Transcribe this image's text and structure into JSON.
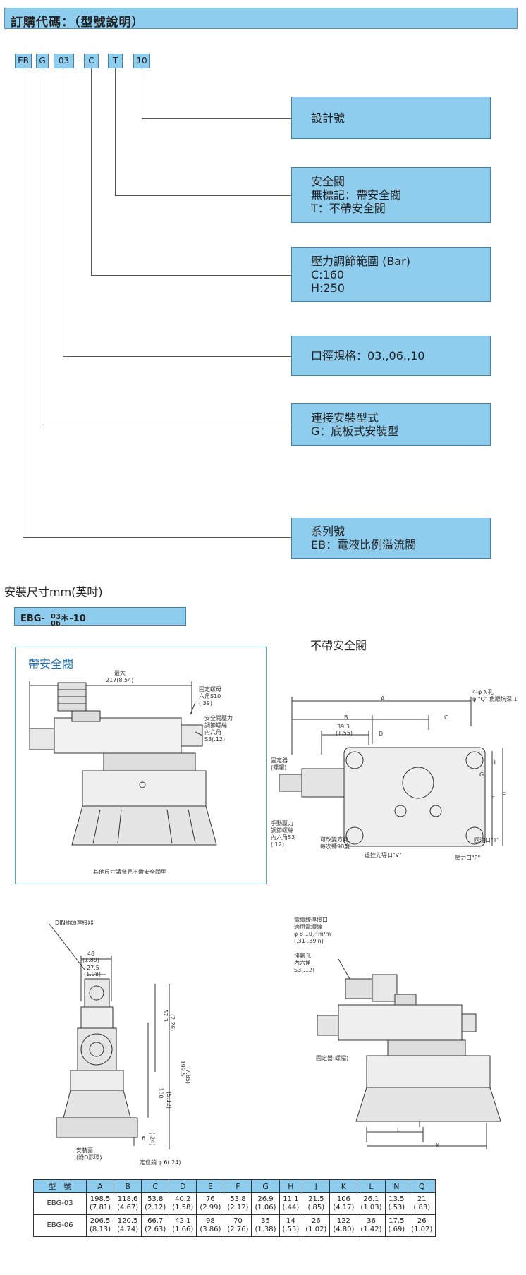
{
  "header": {
    "title": "訂購代碼：（型號說明）"
  },
  "code": {
    "segments": [
      "EB",
      "G",
      "03",
      "C",
      "T",
      "10"
    ]
  },
  "descriptions": [
    {
      "lines": [
        "設計號"
      ]
    },
    {
      "lines": [
        "安全閥",
        "無標記：帶安全閥",
        "T：不帶安全閥"
      ]
    },
    {
      "lines": [
        "壓力調節範圍 (Bar)",
        "C:160",
        "H:250"
      ]
    },
    {
      "lines": [
        "口徑規格：03.,06.,10"
      ]
    },
    {
      "lines": [
        "連接安裝型式",
        "G：底板式安裝型"
      ]
    },
    {
      "lines": [
        "系列號",
        "EB：電液比例溢流閥"
      ]
    }
  ],
  "install": {
    "title": "安裝尺寸mm(英吋)",
    "model_prefix": "EBG-",
    "model_top": "03",
    "model_bottom": "06",
    "model_suffix": "-＊-10"
  },
  "panel_left": {
    "title": "帶安全閥",
    "max_label": "最大",
    "max_value": "217(8.54)",
    "nut_lines": [
      "固定螺母",
      "六角S10",
      "(.39)"
    ],
    "relief_lines": [
      "安全閥壓力",
      "調節螺絲",
      "內六角",
      "S3(.12)"
    ],
    "note": "其他尺寸請參見不帶安全閥型"
  },
  "panel_right": {
    "title": "不帶安全閥",
    "holes_lines": [
      "4-φ N孔",
      "φ \"Q\" 魚眼坑深 1"
    ],
    "fixer_lines": [
      "固定器",
      "(螺帽)"
    ],
    "manual_lines": [
      "手動壓力",
      "調節螺絲",
      "內六角S3",
      "(.12)"
    ],
    "rotate_lines": [
      "可改變方向",
      "每次轉90度"
    ],
    "remote_label": "遙控先導口\"V\"",
    "pressure_label": "壓力口\"P\"",
    "return_label": "回油口\"T\"",
    "dim_a": "A",
    "dim_b": "B",
    "dim_c": "C",
    "dim_d": "D",
    "dim_e": "E",
    "dim_f": "F",
    "dim_g": "G",
    "dim_h": "H",
    "dim_393": "39.3",
    "dim_155": "(1.55)"
  },
  "bottom_left": {
    "din_label": "DIN插頭連接器",
    "w48": "48",
    "w189": "(1.89)",
    "w275": "27.5",
    "w108": "(1.08)",
    "v57": "57.3",
    "v226": "(2.26)",
    "v1995": "199.5",
    "v785": "(7.85)",
    "v130": "130",
    "v512": "(5.12)",
    "v6": "6",
    "v24": "(.24)",
    "mount_lines": [
      "安裝面",
      "(附O形環)"
    ],
    "pin_label": "定位銷 φ 6(.24)"
  },
  "bottom_right": {
    "cable_lines": [
      "電纜線連接口",
      "適用電纜線",
      "φ 8-10／m/m",
      "(.31-.39in)"
    ],
    "vent_lines": [
      "排氣孔",
      "內六角",
      "S3(.12)"
    ],
    "fixer_label": "固定器(螺帽)",
    "dim_l": "L",
    "dim_k": "K"
  },
  "table": {
    "headers": [
      "型　號",
      "A",
      "B",
      "C",
      "D",
      "E",
      "F",
      "G",
      "H",
      "J",
      "K",
      "L",
      "N",
      "Q"
    ],
    "rows": [
      {
        "name": "EBG-03",
        "cells": [
          [
            "198.5",
            "(7.81)"
          ],
          [
            "118.6",
            "(4.67)"
          ],
          [
            "53.8",
            "(2.12)"
          ],
          [
            "40.2",
            "(1.58)"
          ],
          [
            "76",
            "(2.99)"
          ],
          [
            "53.8",
            "(2.12)"
          ],
          [
            "26.9",
            "(1.06)"
          ],
          [
            "11.1",
            "(.44)"
          ],
          [
            "21.5",
            "(.85)"
          ],
          [
            "106",
            "(4.17)"
          ],
          [
            "26.1",
            "(1.03)"
          ],
          [
            "13.5",
            "(.53)"
          ],
          [
            "21",
            "(.83)"
          ]
        ]
      },
      {
        "name": "EBG-06",
        "cells": [
          [
            "206.5",
            "(8.13)"
          ],
          [
            "120.5",
            "(4.74)"
          ],
          [
            "66.7",
            "(2.63)"
          ],
          [
            "42.1",
            "(1.66)"
          ],
          [
            "98",
            "(3.86)"
          ],
          [
            "70",
            "(2.76)"
          ],
          [
            "35",
            "(1.38)"
          ],
          [
            "14",
            "(.55)"
          ],
          [
            "26",
            "(1.02)"
          ],
          [
            "122",
            "(4.80)"
          ],
          [
            "36",
            "(1.42)"
          ],
          [
            "17.5",
            "(.69)"
          ],
          [
            "26",
            "(1.02)"
          ]
        ]
      }
    ]
  }
}
